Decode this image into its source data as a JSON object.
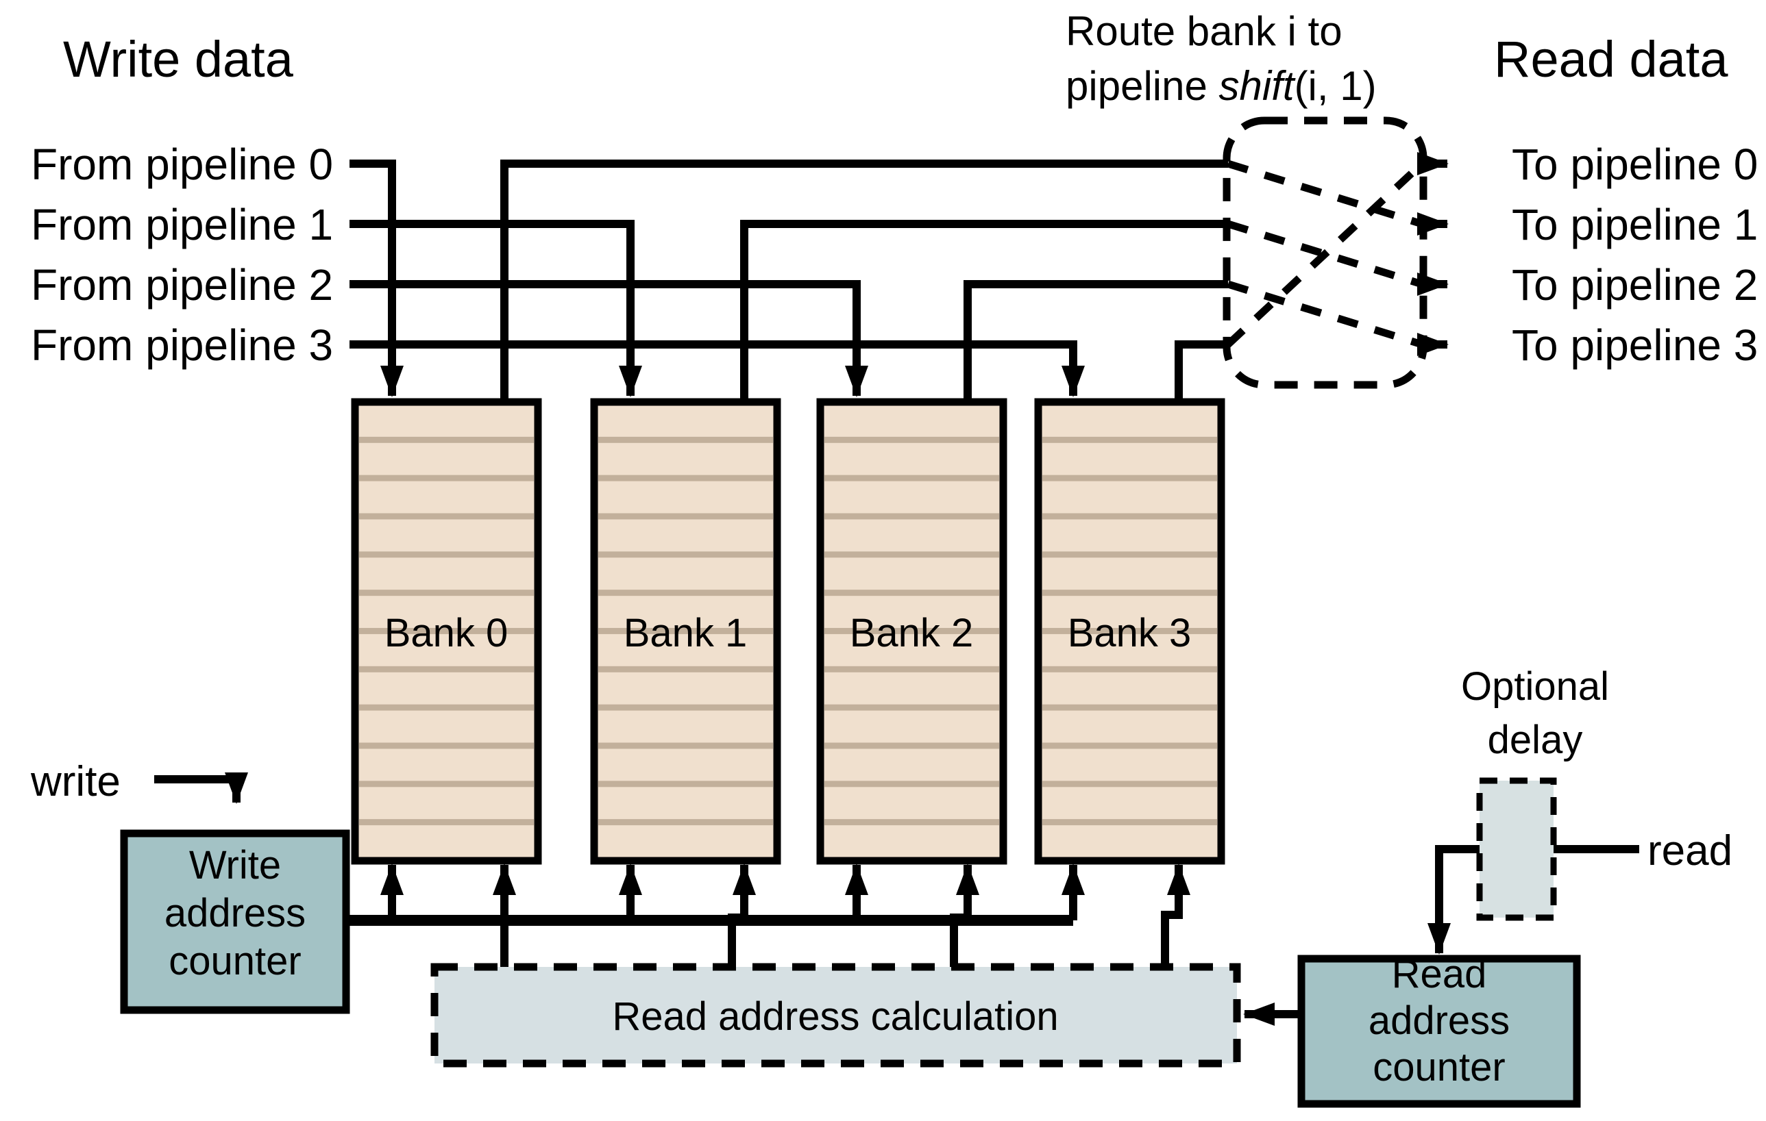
{
  "titles": {
    "write_data": "Write data",
    "read_data": "Read data"
  },
  "router_note": {
    "line1": "Route bank i to",
    "line2_prefix": "pipeline ",
    "line2_italic": "shift",
    "line2_suffix": "(i, 1)"
  },
  "inputs": {
    "labels": [
      "From pipeline 0",
      "From pipeline 1",
      "From pipeline 2",
      "From pipeline 3"
    ]
  },
  "outputs": {
    "labels": [
      "To pipeline 0",
      "To pipeline 1",
      "To pipeline 2",
      "To pipeline 3"
    ]
  },
  "banks": {
    "labels": [
      "Bank 0",
      "Bank 1",
      "Bank 2",
      "Bank 3"
    ]
  },
  "write_path": {
    "signal_label": "write",
    "counter_lines": [
      "Write",
      "address",
      "counter"
    ]
  },
  "read_path": {
    "signal_label": "read",
    "calculation_label": "Read address calculation",
    "counter_lines": [
      "Read",
      "address",
      "counter"
    ],
    "delay_lines": [
      "Optional",
      "delay"
    ]
  },
  "colors": {
    "bank_fill": "#F0E0CE",
    "bank_stripe": "#C2B09B",
    "counter_fill": "#A3C2C5",
    "calc_fill": "#D6E0E3",
    "delay_fill": "#D7E1E2",
    "line": "#000000"
  }
}
